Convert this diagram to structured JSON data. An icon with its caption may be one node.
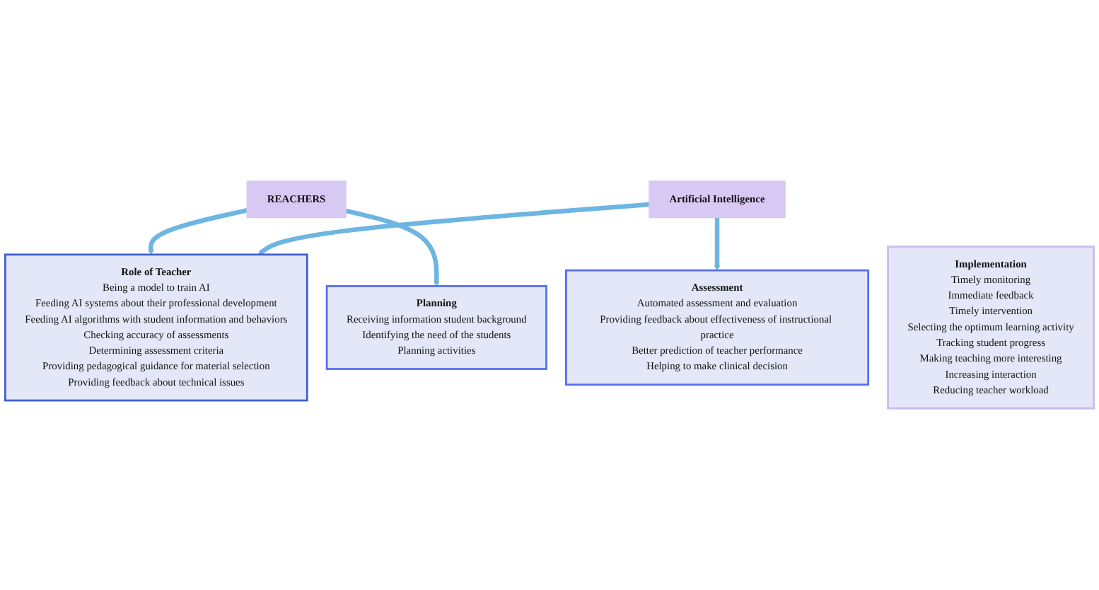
{
  "diagram": {
    "nodes": [
      {
        "text": [
          "Role of Teacher",
          "Being a model to train AI",
          "Feeding AI systems about their professional development",
          "Feeding AI algorithms with student information and behaviors",
          "Checking accuracy of assessments",
          "Determining assessment criteria",
          "Providing pedagogical guidance for material selection",
          "Providing feedback about technical issues"
        ]
      },
      {
        "text": [
          "REACHERS"
        ]
      },
      {
        "text": [
          "Artificial Intelligence"
        ]
      },
      {
        "text": [
          "Planning",
          "Receiving information student background",
          "Identifying the need of the students",
          "Planning activities"
        ]
      },
      {
        "text": [
          "Implementation",
          "Timely monitoring",
          "Immediate feedback",
          "Timely intervention",
          "Selecting the optimum learning activity",
          "Tracking student progress",
          "Making teaching more interesting",
          "Increasing interaction",
          "Reducing teacher workload"
        ]
      },
      {
        "text": [
          "Assessment",
          "Automated assessment and evaluation",
          "Providing feedback about effectiveness of instructional practice",
          "Better prediction of teacher performance",
          "Helping to make clinical decision"
        ]
      }
    ],
    "edges": [
      {
        "from": 1,
        "to": 0,
        "arrow": "to"
      },
      {
        "from": 2,
        "to": 0,
        "arrow": "to"
      },
      {
        "from": 1,
        "to": 3,
        "arrow": "to"
      },
      {
        "from": 2,
        "to": 5,
        "arrow": "to"
      }
    ]
  }
}
